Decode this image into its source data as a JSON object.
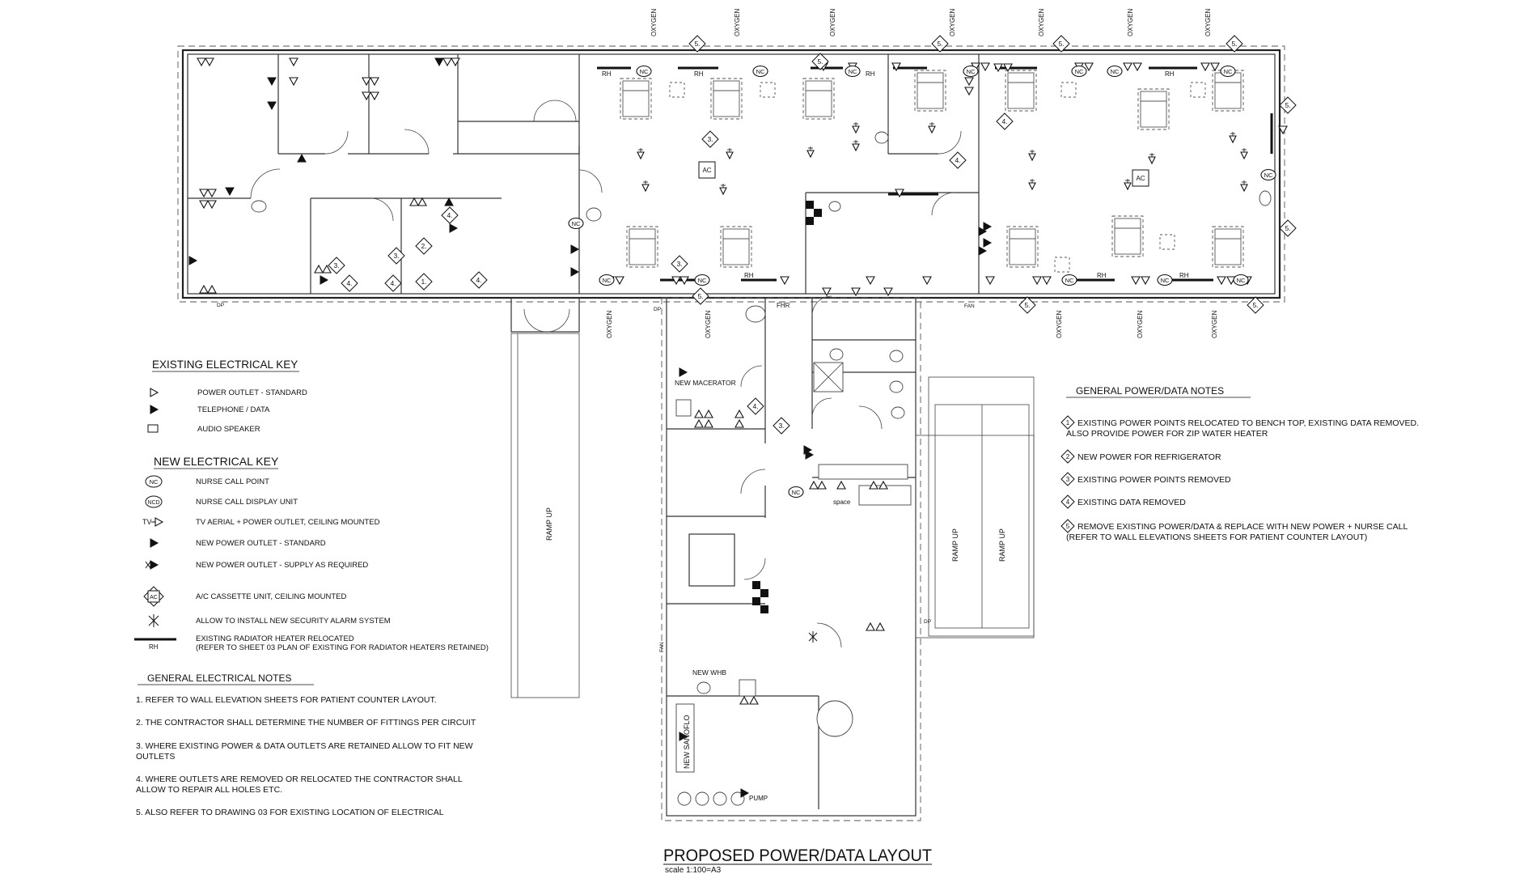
{
  "drawing": {
    "title": "PROPOSED POWER/DATA LAYOUT",
    "scale": "scale 1:100=A3"
  },
  "existing_key": {
    "heading": "EXISTING ELECTRICAL KEY",
    "items": [
      {
        "symbol": "power-outlet-standard-symbol",
        "label": "POWER OUTLET - STANDARD"
      },
      {
        "symbol": "telephone-data-symbol",
        "label": "TELEPHONE / DATA"
      },
      {
        "symbol": "audio-speaker-symbol",
        "label": "AUDIO SPEAKER"
      }
    ]
  },
  "new_key": {
    "heading": "NEW ELECTRICAL KEY",
    "items": [
      {
        "symbol": "nurse-call-point-symbol",
        "label": "NURSE CALL POINT"
      },
      {
        "symbol": "nurse-call-display-symbol",
        "label": "NURSE CALL DISPLAY UNIT"
      },
      {
        "symbol": "tv-aerial-symbol",
        "label": "TV AERIAL + POWER OUTLET, CEILING MOUNTED"
      },
      {
        "symbol": "new-power-outlet-symbol",
        "label": "NEW POWER OUTLET - STANDARD"
      },
      {
        "symbol": "supply-outlet-symbol",
        "label": "NEW POWER OUTLET - SUPPLY AS REQUIRED"
      },
      {
        "symbol": "ac-cassette-symbol",
        "label": "A/C CASSETTE UNIT, CEILING MOUNTED"
      },
      {
        "symbol": "security-alarm-symbol",
        "label": "ALLOW TO INSTALL NEW SECURITY ALARM SYSTEM"
      },
      {
        "symbol": "radiator-heater-symbol",
        "label": "EXISTING RADIATOR HEATER RELOCATED",
        "label2": "(REFER TO SHEET 03 PLAN OF EXISTING FOR RADIATOR HEATERS RETAINED)"
      }
    ],
    "nc_text": "NC",
    "ncd_text": "NCD",
    "tv_text": "TV",
    "ac_text": "AC",
    "rh_text": "RH"
  },
  "electrical_notes": {
    "heading": "GENERAL ELECTRICAL NOTES",
    "items": [
      {
        "line1": "1. REFER TO WALL ELEVATION SHEETS FOR PATIENT COUNTER LAYOUT.",
        "line2": ""
      },
      {
        "line1": "2. THE CONTRACTOR SHALL DETERMINE THE NUMBER OF FITTINGS PER CIRCUIT",
        "line2": ""
      },
      {
        "line1": "3. WHERE EXISTING POWER & DATA OUTLETS ARE RETAINED ALLOW TO FIT NEW",
        "line2": "OUTLETS"
      },
      {
        "line1": "4. WHERE OUTLETS ARE REMOVED OR RELOCATED THE CONTRACTOR SHALL",
        "line2": "ALLOW TO REPAIR ALL HOLES ETC."
      },
      {
        "line1": "5. ALSO REFER TO DRAWING 03 FOR EXISTING LOCATION OF ELECTRICAL",
        "line2": ""
      }
    ]
  },
  "power_notes": {
    "heading": "GENERAL POWER/DATA NOTES",
    "items": [
      {
        "num": "1",
        "line1": "EXISTING POWER POINTS RELOCATED TO BENCH TOP, EXISTING DATA REMOVED.",
        "line2": "ALSO PROVIDE POWER FOR ZIP WATER HEATER"
      },
      {
        "num": "2",
        "line1": "NEW POWER FOR REFRIGERATOR",
        "line2": ""
      },
      {
        "num": "3",
        "line1": "EXISTING POWER POINTS REMOVED",
        "line2": ""
      },
      {
        "num": "4",
        "line1": "EXISTING DATA REMOVED",
        "line2": ""
      },
      {
        "num": "5",
        "line1": "REMOVE EXISTING POWER/DATA & REPLACE WITH NEW POWER + NURSE CALL",
        "line2": "(REFER TO WALL ELEVATIONS SHEETS FOR PATIENT COUNTER LAYOUT)"
      }
    ]
  },
  "plan_labels": {
    "oxygen": "OXYGEN",
    "ramp_up": "RAMP UP",
    "fhr": "FHR",
    "dp": "DP",
    "fan": "FAN",
    "new_macerator": "NEW MACERATOR",
    "new_whb": "NEW WHB",
    "new_sanoflo": "NEW SANOFLO",
    "pump": "PUMP",
    "space": "space",
    "tag1": "1.",
    "tag2": "2.",
    "tag3": "3.",
    "tag4": "4.",
    "tag5": "5."
  },
  "colors": {
    "line": "#222222",
    "background": "#ffffff"
  }
}
